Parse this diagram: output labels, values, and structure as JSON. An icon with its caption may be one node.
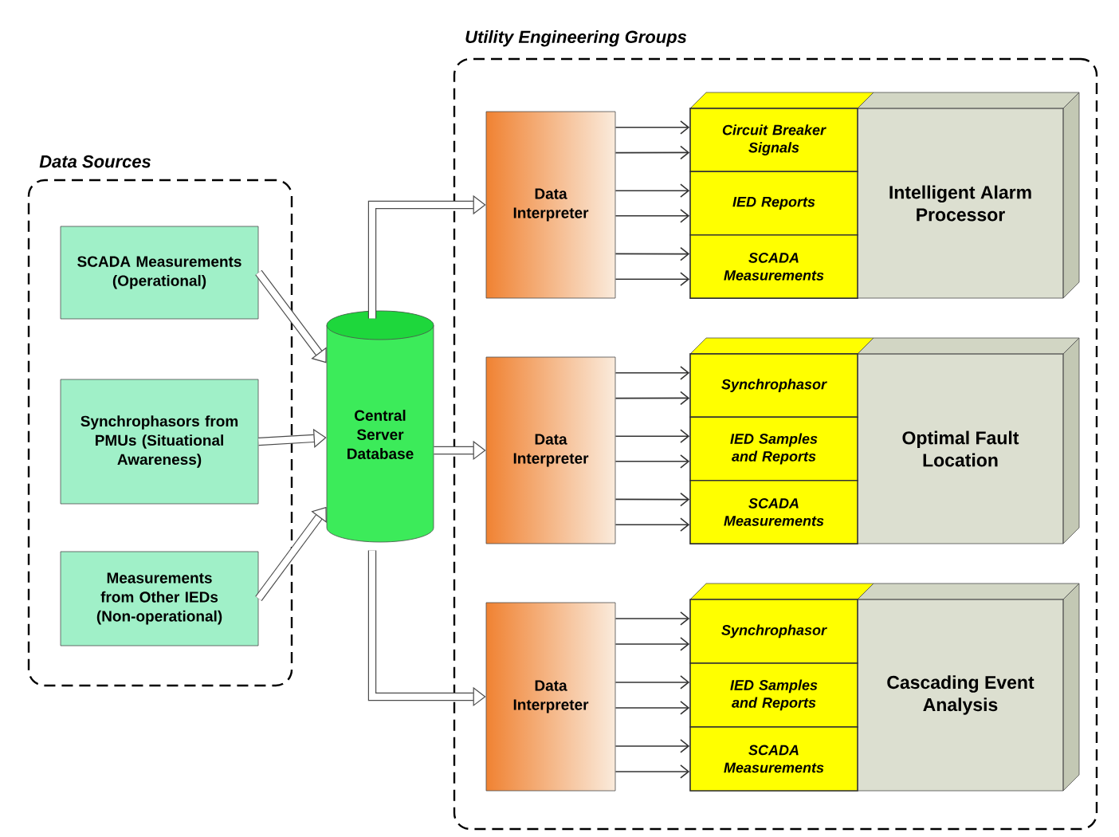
{
  "diagram": {
    "nodes": [
      {
        "text": [
          "Data Sources"
        ]
      },
      {
        "text": [
          "SCADA Measurements (Operational)"
        ],
        "in": 0
      },
      {
        "text": [
          "Synchrophasors from PMUs (Situational Awareness)"
        ],
        "in": 0
      },
      {
        "text": [
          "Measurements from Other IEDs (Non-operational)"
        ],
        "in": 0
      },
      {
        "text": [
          "Central Server Database"
        ]
      },
      {
        "text": [
          "Utility Engineering Groups"
        ]
      },
      {
        "text": [
          "Data Interpreter"
        ],
        "in": 5
      },
      {
        "text": [
          "Intelligent Alarm Processor"
        ],
        "in": 5
      },
      {
        "text": [
          "Circuit Breaker Signals"
        ],
        "in": 7
      },
      {
        "text": [
          "IED Reports"
        ],
        "in": 7
      },
      {
        "text": [
          "SCADA Measurements"
        ],
        "in": 7
      },
      {
        "text": [
          "Data Interpreter"
        ],
        "in": 5
      },
      {
        "text": [
          "Optimal Fault Location"
        ],
        "in": 5
      },
      {
        "text": [
          "Synchrophasor"
        ],
        "in": 12
      },
      {
        "text": [
          "IED Samples and Reports"
        ],
        "in": 12
      },
      {
        "text": [
          "SCADA Measurements"
        ],
        "in": 12
      },
      {
        "text": [
          "Data Interpreter"
        ],
        "in": 5
      },
      {
        "text": [
          "Cascading Event Analysis"
        ],
        "in": 5
      },
      {
        "text": [
          "Synchrophasor"
        ],
        "in": 17
      },
      {
        "text": [
          "IED Samples and Reports"
        ],
        "in": 17
      },
      {
        "text": [
          "SCADA Measurements"
        ],
        "in": 17
      }
    ],
    "edges": [
      {
        "from": 1,
        "to": 4,
        "arrow": "to",
        "style": "thick"
      },
      {
        "from": 2,
        "to": 4,
        "arrow": "to",
        "style": "thick"
      },
      {
        "from": 3,
        "to": 4,
        "arrow": "to",
        "style": "thick"
      },
      {
        "from": 4,
        "to": 6,
        "arrow": "to",
        "style": "thick"
      },
      {
        "from": 4,
        "to": 11,
        "arrow": "to",
        "style": "thick"
      },
      {
        "from": 4,
        "to": 16,
        "arrow": "to",
        "style": "thick"
      },
      {
        "from": 6,
        "to": 8,
        "arrow": "to"
      },
      {
        "from": 6,
        "to": 8,
        "arrow": "to"
      },
      {
        "from": 6,
        "to": 9,
        "arrow": "to"
      },
      {
        "from": 6,
        "to": 9,
        "arrow": "to"
      },
      {
        "from": 6,
        "to": 10,
        "arrow": "to"
      },
      {
        "from": 6,
        "to": 10,
        "arrow": "to"
      },
      {
        "from": 11,
        "to": 13,
        "arrow": "to"
      },
      {
        "from": 11,
        "to": 13,
        "arrow": "to"
      },
      {
        "from": 11,
        "to": 14,
        "arrow": "to"
      },
      {
        "from": 11,
        "to": 14,
        "arrow": "to"
      },
      {
        "from": 11,
        "to": 15,
        "arrow": "to"
      },
      {
        "from": 11,
        "to": 15,
        "arrow": "to"
      },
      {
        "from": 16,
        "to": 18,
        "arrow": "to"
      },
      {
        "from": 16,
        "to": 18,
        "arrow": "to"
      },
      {
        "from": 16,
        "to": 19,
        "arrow": "to"
      },
      {
        "from": 16,
        "to": 19,
        "arrow": "to"
      },
      {
        "from": 16,
        "to": 20,
        "arrow": "to"
      },
      {
        "from": 16,
        "to": 20,
        "arrow": "to"
      }
    ]
  }
}
